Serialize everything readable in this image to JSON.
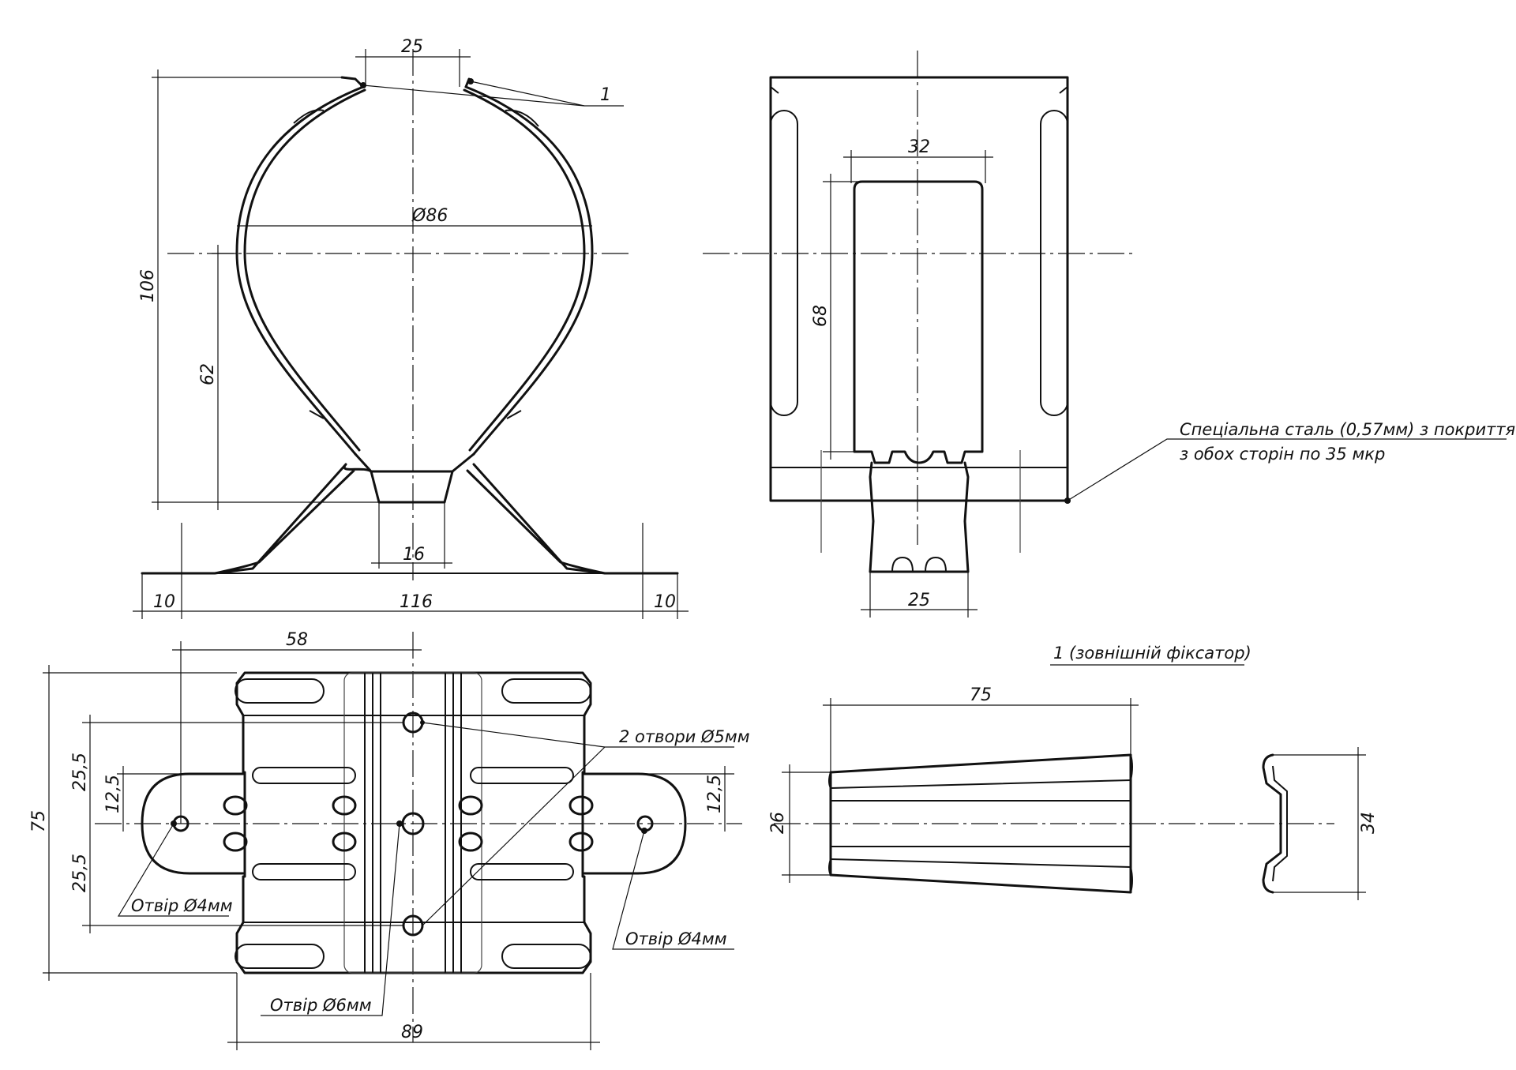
{
  "front_view": {
    "dim_top_gap": "25",
    "dim_diameter": "Ø86",
    "dim_height": "106",
    "dim_center_height": "62",
    "dim_foot_flat": "16",
    "dim_base_total": "116",
    "dim_flange_left": "10",
    "dim_flange_right": "10",
    "callout_fixer": "1"
  },
  "side_view": {
    "dim_window_width": "32",
    "dim_window_height": "68",
    "dim_tongue_width": "25",
    "material_note_line1": "Спеціальна сталь (0,57мм) з покриттям",
    "material_note_line2": "з обох сторін по 35 мкр"
  },
  "top_view": {
    "dim_hole_offset": "58",
    "dim_total_height": "75",
    "dim_upper_spacing": "25,5",
    "dim_lower_spacing": "25,5",
    "dim_left_half": "12,5",
    "dim_right_half": "12,5",
    "dim_base_width": "89",
    "note_two_holes": "2 отвори Ø5мм",
    "note_hole_left": "Отвір Ø4мм",
    "note_hole_right": "Отвір Ø4мм",
    "note_center_hole": "Отвір Ø6мм"
  },
  "fixer_detail": {
    "title": "1 (зовнішній фіксатор)",
    "dim_length": "75",
    "dim_narrow_height": "26",
    "dim_wide_height": "34"
  }
}
